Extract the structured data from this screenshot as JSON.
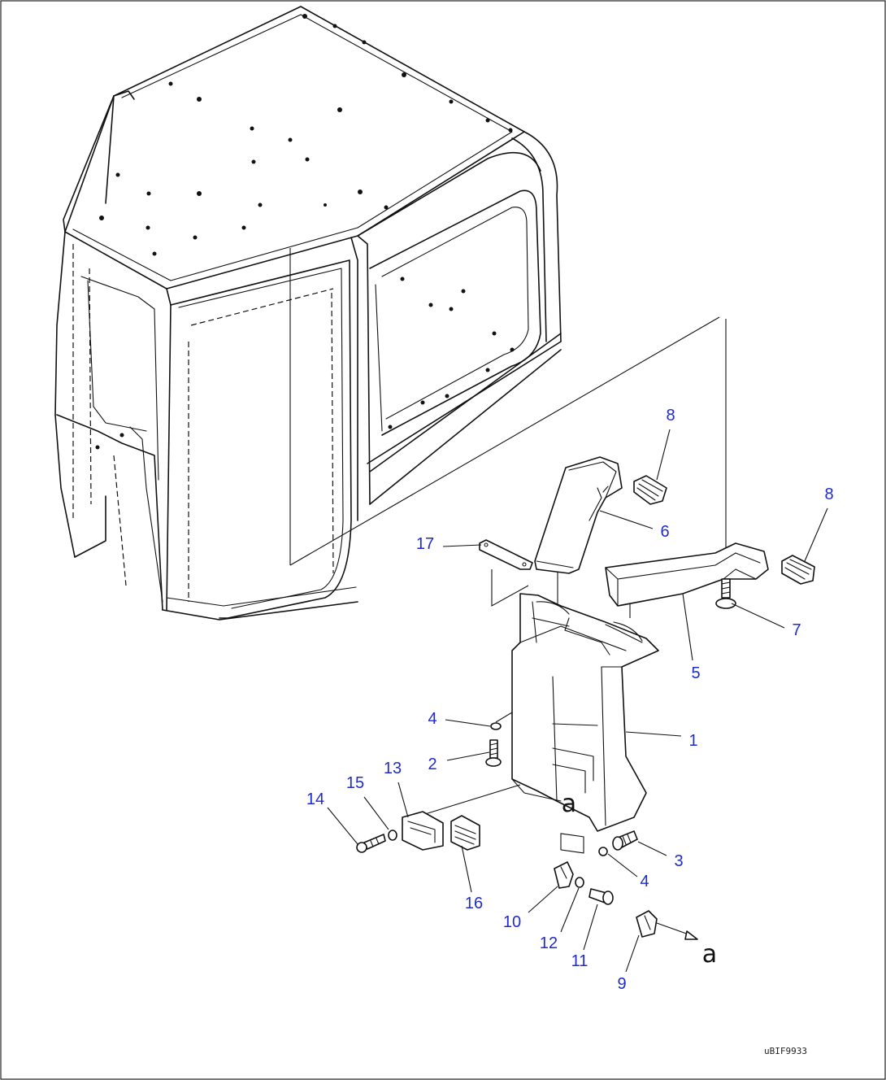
{
  "callouts": [
    {
      "id": "c1",
      "label": "1"
    },
    {
      "id": "c2",
      "label": "2"
    },
    {
      "id": "c3",
      "label": "3"
    },
    {
      "id": "c4a",
      "label": "4"
    },
    {
      "id": "c4b",
      "label": "4"
    },
    {
      "id": "c5",
      "label": "5"
    },
    {
      "id": "c6",
      "label": "6"
    },
    {
      "id": "c7",
      "label": "7"
    },
    {
      "id": "c8a",
      "label": "8"
    },
    {
      "id": "c8b",
      "label": "8"
    },
    {
      "id": "c9",
      "label": "9"
    },
    {
      "id": "c10",
      "label": "10"
    },
    {
      "id": "c11",
      "label": "11"
    },
    {
      "id": "c12",
      "label": "12"
    },
    {
      "id": "c13",
      "label": "13"
    },
    {
      "id": "c14",
      "label": "14"
    },
    {
      "id": "c15",
      "label": "15"
    },
    {
      "id": "c16",
      "label": "16"
    },
    {
      "id": "c17",
      "label": "17"
    }
  ],
  "view_markers": [
    "a",
    "a"
  ],
  "drawing_code": "uBIF9933",
  "colors": {
    "callout": "#1f2bcc",
    "line": "#111111"
  }
}
